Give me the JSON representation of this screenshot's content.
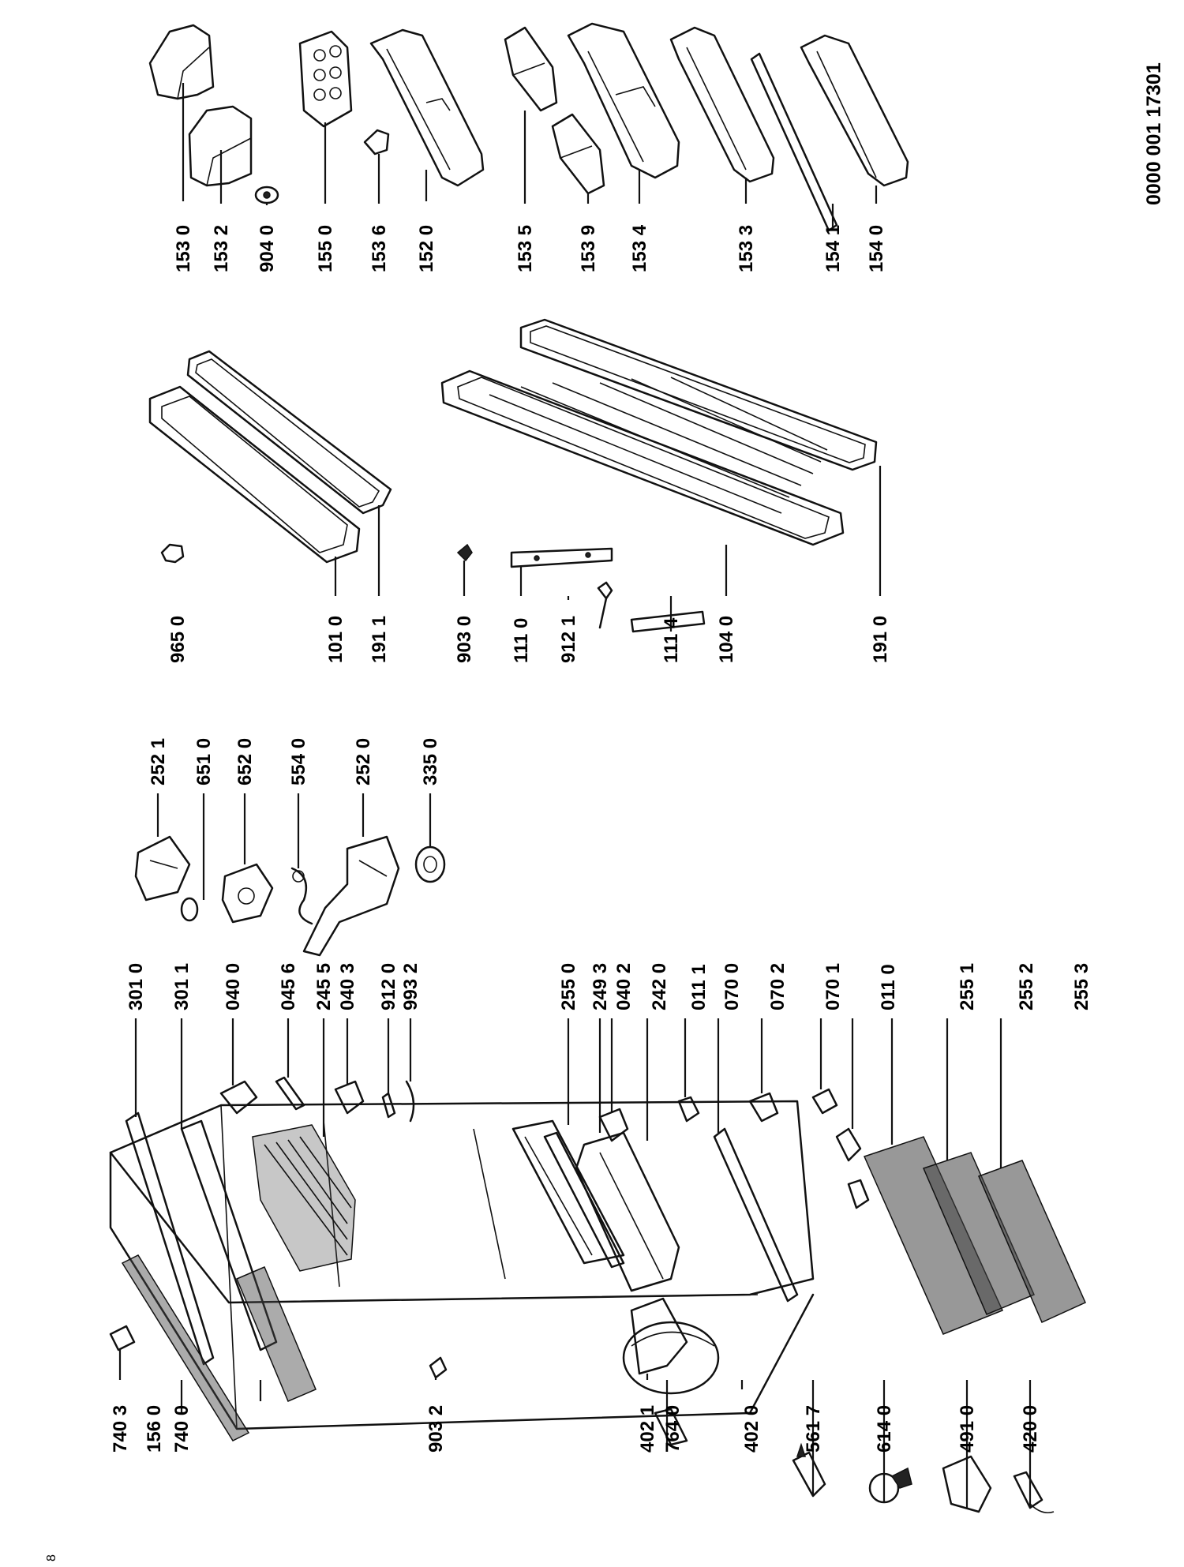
{
  "document_number": "0000 001 17301",
  "corner_mark": "8",
  "labels": {
    "l1530": "153 0",
    "l1532": "153 2",
    "l9040": "904 0",
    "l1550": "155 0",
    "l1536": "153 6",
    "l1520": "152 0",
    "l1535": "153 5",
    "l1539": "153 9",
    "l1534": "153 4",
    "l1533": "153 3",
    "l1541": "154 1",
    "l1540": "154 0",
    "l9650": "965 0",
    "l1010": "101 0",
    "l1911": "191 1",
    "l9030": "903 0",
    "l1110": "111 0",
    "l9121": "912 1",
    "l1114": "111 4",
    "l1040": "104 0",
    "l1910": "191 0",
    "l2521": "252 1",
    "l6510": "651 0",
    "l6520": "652 0",
    "l5540": "554 0",
    "l2520": "252 0",
    "l3350": "335 0",
    "l3010": "301 0",
    "l3011": "301 1",
    "l0400": "040 0",
    "l0456": "045 6",
    "l2455": "245 5",
    "l0403": "040 3",
    "l9120": "912 0",
    "l9932": "993 2",
    "l2550": "255 0",
    "l2493": "249 3",
    "l0402": "040 2",
    "l2420": "242 0",
    "l0111": "011 1",
    "l0700": "070 0",
    "l0702": "070 2",
    "l0701": "070 1",
    "l0110": "011 0",
    "l2551": "255 1",
    "l2552": "255 2",
    "l2553": "255 3",
    "l7403": "740 3",
    "l1560": "156 0",
    "l7400": "740 0",
    "l9032": "903 2",
    "l4021": "402 1",
    "l7640": "764 0",
    "l4020": "402 0",
    "l5617": "561 7",
    "l6140": "614 0",
    "l4910": "491 0",
    "l4200": "420 0"
  }
}
